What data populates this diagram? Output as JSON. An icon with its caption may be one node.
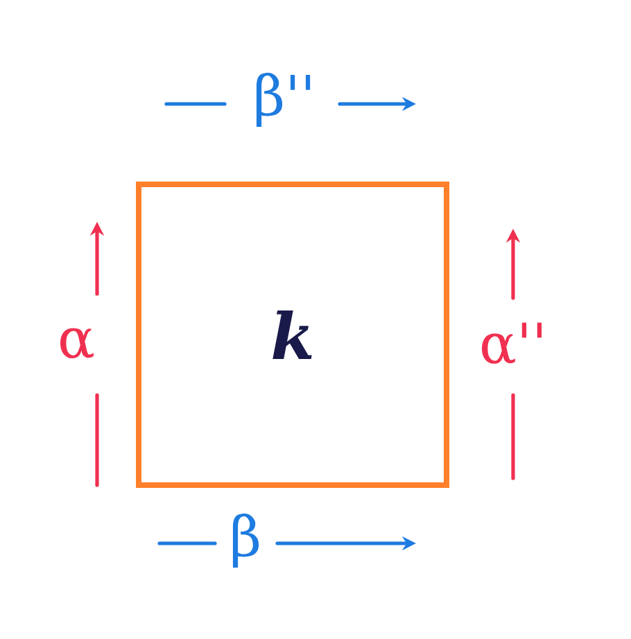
{
  "diagram": {
    "nodes": [
      {
        "text": [
          "k"
        ]
      }
    ],
    "labels": [
      "β''",
      "α",
      "α''",
      "β"
    ]
  }
}
